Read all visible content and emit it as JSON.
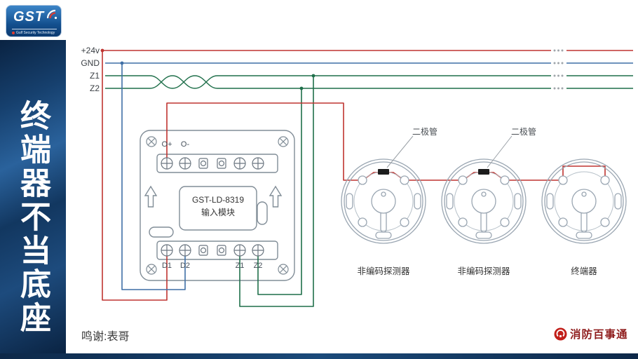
{
  "sidebar": {
    "title": "终端器不当底座"
  },
  "logo": {
    "brand": "GST",
    "subtitle": "Gulf Security Technology"
  },
  "bus": {
    "labels": [
      "+24v",
      "GND",
      "Z1",
      "Z2"
    ]
  },
  "module": {
    "model": "GST-LD-8319",
    "name": "输入模块",
    "top_labels": [
      "O+",
      "O-"
    ],
    "bottom_labels": [
      "D1",
      "D2",
      "Z1",
      "Z2"
    ]
  },
  "annotations": {
    "diode1": "二极管",
    "diode2": "二极管"
  },
  "detectors": [
    {
      "label": "非编码探测器"
    },
    {
      "label": "非编码探测器"
    },
    {
      "label": "终端器"
    }
  ],
  "credit": "鸣谢:表哥",
  "footer": {
    "brand": "消防百事通"
  },
  "colors": {
    "power_wire": "#bf3430",
    "ground_wire": "#3f6fa6",
    "signal_wire": "#1f6f4a",
    "module_outline": "#818d97",
    "detector_outline": "#9aa6b2",
    "panel_blue": "#12365e"
  }
}
